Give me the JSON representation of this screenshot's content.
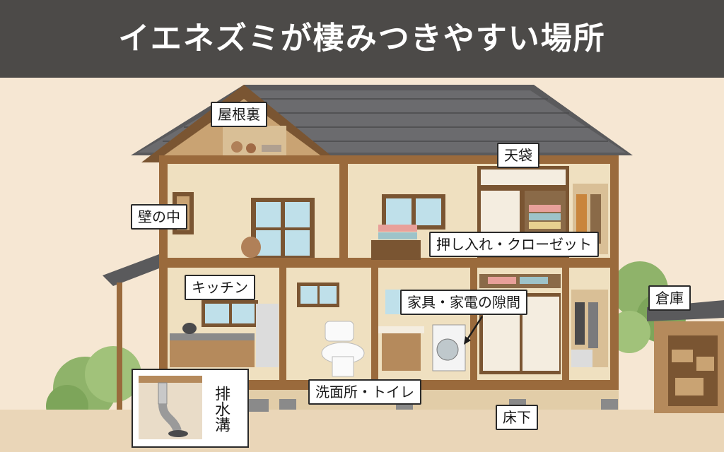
{
  "title": "イエネズミが棲みつきやすい場所",
  "labels": {
    "attic": "屋根裏",
    "ceiling_storage": "天袋",
    "inside_wall": "壁の中",
    "closet": "押し入れ・クローゼット",
    "kitchen": "キッチン",
    "furniture_gaps": "家具・家電の隙間",
    "shed": "倉庫",
    "washroom_toilet": "洗面所・トイレ",
    "under_floor": "床下",
    "drain": "排水溝"
  },
  "colors": {
    "header_bg": "#4c4a48",
    "background": "#f6e7d3",
    "roof": "#5a5a5c",
    "wood": "#9a6a3c",
    "wall": "#efe0c0"
  }
}
